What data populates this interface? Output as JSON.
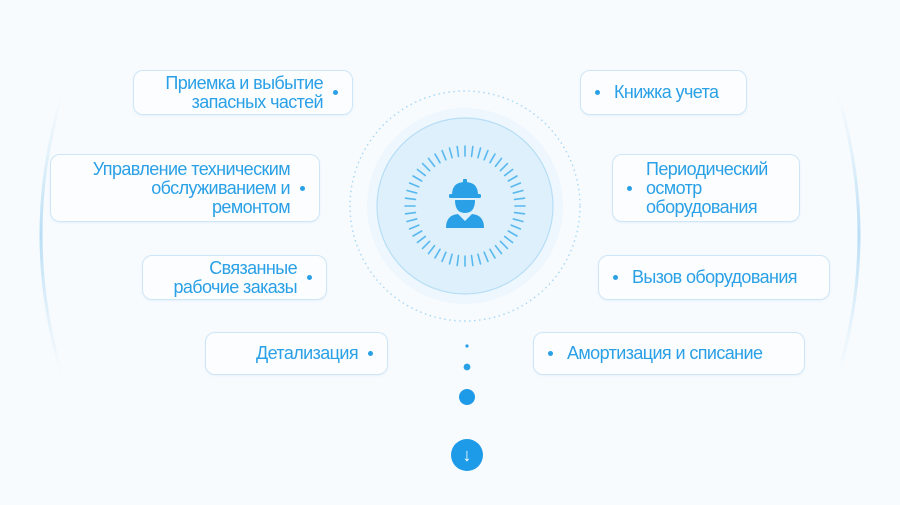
{
  "left_items": [
    {
      "label": "Приемка и выбытие\nзапасных частей"
    },
    {
      "label": "Управление техническим\nобслуживанием и\nремонтом"
    },
    {
      "label": "Связанные\nрабочие заказы"
    },
    {
      "label": "Детализация"
    }
  ],
  "right_items": [
    {
      "label": "Книжка учета"
    },
    {
      "label": "Периодический\nосмотр\nоборудования"
    },
    {
      "label": "Вызов оборудования"
    },
    {
      "label": "Амортизация и списание"
    }
  ],
  "center": {
    "icon": "worker-helmet-icon"
  },
  "scroll_button": {
    "icon": "arrow-down-icon",
    "glyph": "↓"
  },
  "colors": {
    "accent": "#2aa0e6",
    "button": "#1e9be8",
    "card_border": "#cfe6f6",
    "background": "#f7fbfe"
  }
}
